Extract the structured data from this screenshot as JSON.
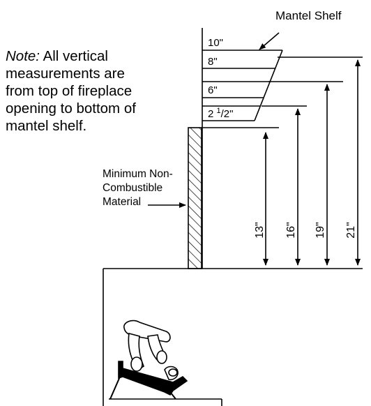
{
  "labels": {
    "mantel_shelf": "Mantel Shelf",
    "note_prefix": "Note:",
    "note_text": " All vertical measurements are from top of fireplace opening to bottom of mantel shelf.",
    "material_line1": "Minimum Non-",
    "material_line2": "Combustible",
    "material_line3": "Material"
  },
  "shelf_depths": {
    "d10": "10\"",
    "d8": "8\"",
    "d6": "6\"",
    "d2_whole": "2 ",
    "d2_num": "1",
    "d2_rest": "/2\""
  },
  "heights": {
    "h13": "13\"",
    "h16": "16\"",
    "h19": "19\"",
    "h21": "21\""
  },
  "icons": [
    "fireplace-grate-icon",
    "hatched-wall-icon",
    "dimension-arrow-icon"
  ]
}
